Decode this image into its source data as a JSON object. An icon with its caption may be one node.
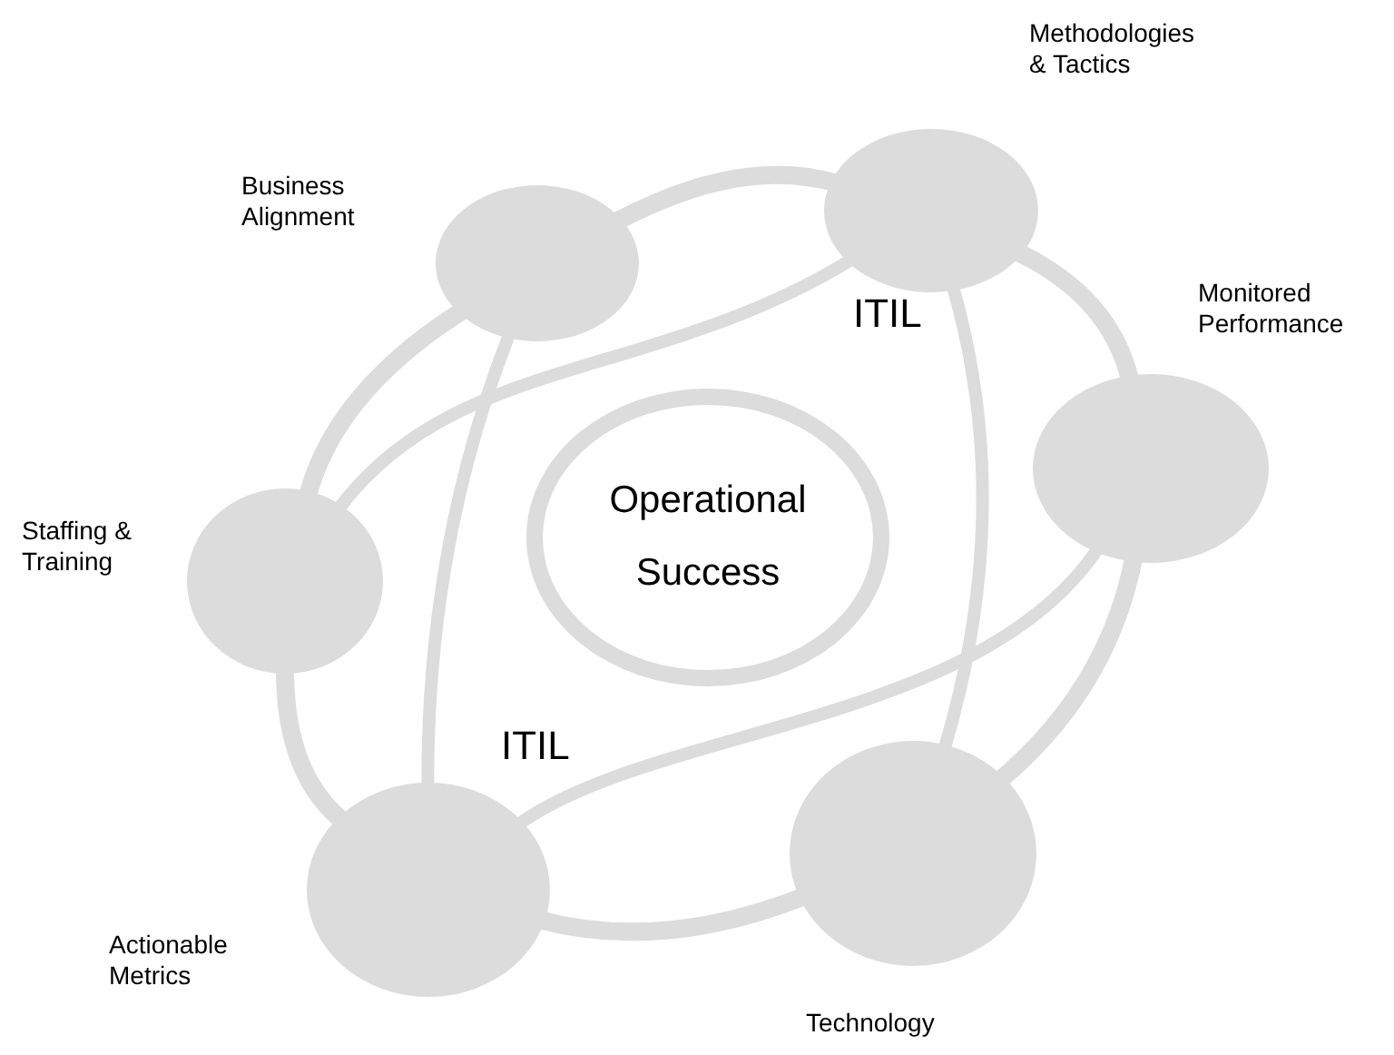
{
  "diagram": {
    "nodes": [
      {
        "text": [
          "Business Alignment"
        ]
      },
      {
        "text": [
          "Methodologies & Tactics"
        ]
      },
      {
        "text": [
          "Monitored Performance"
        ]
      },
      {
        "text": [
          "Staffing & Training"
        ]
      },
      {
        "text": [
          "Actionable Metrics"
        ]
      },
      {
        "text": [
          "Technology"
        ]
      },
      {
        "text": [
          "Operational Success"
        ]
      }
    ],
    "edges": [
      {
        "from": 0,
        "to": 1,
        "arrow": "none"
      },
      {
        "from": 1,
        "to": 2,
        "arrow": "none"
      },
      {
        "from": 2,
        "to": 5,
        "arrow": "none"
      },
      {
        "from": 5,
        "to": 4,
        "arrow": "none"
      },
      {
        "from": 4,
        "to": 3,
        "arrow": "none"
      },
      {
        "from": 3,
        "to": 0,
        "arrow": "none"
      },
      {
        "from": 1,
        "to": 3,
        "arrow": "none"
      },
      {
        "from": 0,
        "to": 4,
        "arrow": "none"
      },
      {
        "from": 1,
        "to": 5,
        "arrow": "none"
      },
      {
        "from": 2,
        "to": 4,
        "arrow": "none"
      }
    ],
    "labels": [
      "ITIL",
      "ITIL"
    ]
  }
}
